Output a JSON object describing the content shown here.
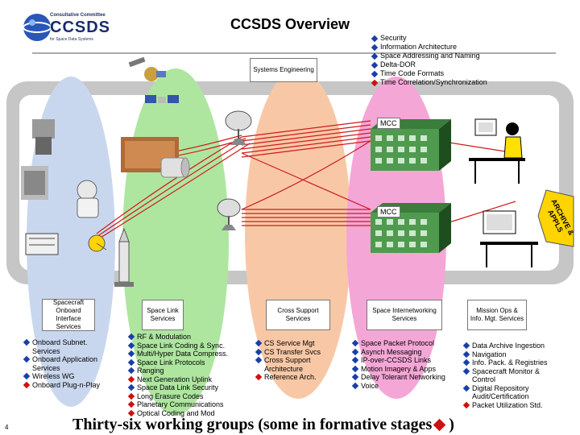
{
  "logo": {
    "line1": "Consultative Committee",
    "line2": "for Space Data Systems",
    "main": "CCSDS"
  },
  "title": "CCSDS Overview",
  "systems_engineering": {
    "label": "Systems Engineering",
    "items": [
      {
        "text": "Security",
        "color": "blue"
      },
      {
        "text": "Information Architecture",
        "color": "blue"
      },
      {
        "text": "Space Addressing and Naming",
        "color": "blue"
      },
      {
        "text": "Delta-DOR",
        "color": "blue"
      },
      {
        "text": "Time Code Formats",
        "color": "blue"
      },
      {
        "text": "Time Correlation/Synchronization",
        "color": "red"
      }
    ]
  },
  "mcc_labels": [
    "MCC",
    "MCC"
  ],
  "archive_badge": "ARCHIVE & APPLS",
  "areas": [
    {
      "label": "Spacecraft Onboard Interface Services",
      "items": [
        {
          "text": "Onboard Subnet.",
          "cont": "Services",
          "color": "blue"
        },
        {
          "text": "Onboard Application",
          "cont": "Services",
          "color": "blue"
        },
        {
          "text": "Wireless WG",
          "cont": "",
          "color": "blue"
        },
        {
          "text": "Onboard Plug-n-Play",
          "cont": "",
          "color": "red"
        }
      ]
    },
    {
      "label": "Space Link Services",
      "items": [
        {
          "text": "RF & Modulation",
          "cont": "",
          "color": "blue"
        },
        {
          "text": "Space Link Coding & Sync.",
          "cont": "",
          "color": "blue"
        },
        {
          "text": "Multi/Hyper Data Compress.",
          "cont": "",
          "color": "blue"
        },
        {
          "text": "Space Link Protocols",
          "cont": "",
          "color": "blue"
        },
        {
          "text": "Ranging",
          "cont": "",
          "color": "blue"
        },
        {
          "text": "Next Generation Uplink",
          "cont": "",
          "color": "red"
        },
        {
          "text": "Space Data Link Security",
          "cont": "",
          "color": "blue"
        },
        {
          "text": "Long Erasure Codes",
          "cont": "",
          "color": "red"
        },
        {
          "text": "Planetary Communications",
          "cont": "",
          "color": "red"
        },
        {
          "text": "Optical Coding and Mod",
          "cont": "",
          "color": "red"
        }
      ]
    },
    {
      "label": "Cross Support Services",
      "items": [
        {
          "text": "CS Service Mgt",
          "cont": "",
          "color": "blue"
        },
        {
          "text": "CS Transfer Svcs",
          "cont": "",
          "color": "blue"
        },
        {
          "text": "Cross Support",
          "cont": "Architecture",
          "color": "blue"
        },
        {
          "text": "Reference Arch.",
          "cont": "",
          "color": "red"
        }
      ]
    },
    {
      "label": "Space Internetworking Services",
      "items": [
        {
          "text": "Space Packet Protocol",
          "cont": "",
          "color": "blue"
        },
        {
          "text": "Asynch Messaging",
          "cont": "",
          "color": "blue"
        },
        {
          "text": "IP-over-CCSDS Links",
          "cont": "",
          "color": "blue"
        },
        {
          "text": "Motion Imagery & Apps",
          "cont": "",
          "color": "blue"
        },
        {
          "text": "Delay Tolerant Networking",
          "cont": "",
          "color": "blue"
        },
        {
          "text": "Voice",
          "cont": "",
          "color": "blue"
        }
      ]
    },
    {
      "label": "Mission Ops & Info. Mgt. Services",
      "items": [
        {
          "text": "Data Archive Ingestion",
          "cont": "",
          "color": "blue"
        },
        {
          "text": "Navigation",
          "cont": "",
          "color": "blue"
        },
        {
          "text": "Info. Pack. & Registries",
          "cont": "",
          "color": "blue"
        },
        {
          "text": "Spacecraft Monitor &",
          "cont": "Control",
          "color": "blue"
        },
        {
          "text": "Digital Repository",
          "cont": "Audit/Certification",
          "color": "blue"
        },
        {
          "text": "Packet Utilization Std.",
          "cont": "",
          "color": "red"
        }
      ]
    }
  ],
  "footer": {
    "text_before": "Thirty-six working groups (some in formative stages",
    "text_after": ")"
  },
  "page_number": "4",
  "colors": {
    "blue_area": "#c9d7ee",
    "green_area": "#aee6a0",
    "orange_area": "#f8c8a6",
    "pink_area": "#f4a6d6",
    "frame": "#c8c8c8",
    "beam": "#d01a1a",
    "diamond_blue": "#1a3fa8",
    "diamond_red": "#d01010"
  }
}
